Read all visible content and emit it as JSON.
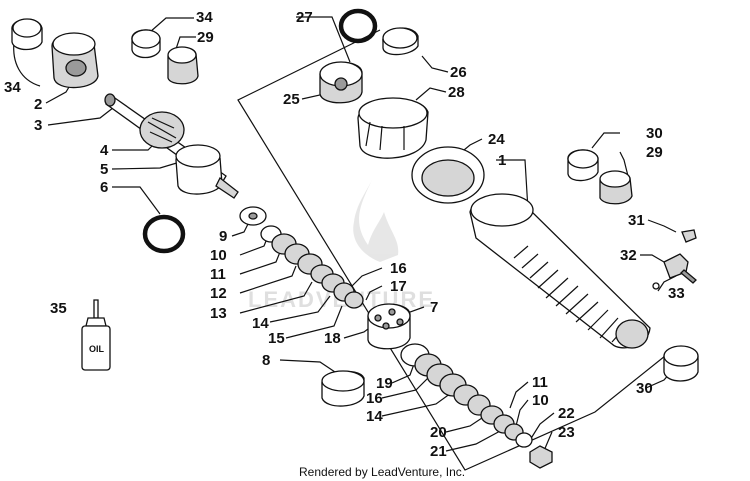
{
  "credit": "Rendered by LeadVenture, Inc.",
  "watermark": "LEADVENTURE",
  "bottle_label": "OIL",
  "callouts": {
    "c27": "27",
    "c34a": "34",
    "c29a": "29",
    "c34b": "34",
    "c2": "2",
    "c3": "3",
    "c26": "26",
    "c25": "25",
    "c28": "28",
    "c24": "24",
    "c1": "1",
    "c4": "4",
    "c5": "5",
    "c6": "6",
    "c30a": "30",
    "c29b": "29",
    "c31": "31",
    "c32": "32",
    "c33": "33",
    "c9": "9",
    "c10a": "10",
    "c11a": "11",
    "c12": "12",
    "c13": "13",
    "c16a": "16",
    "c17": "17",
    "c7": "7",
    "c14a": "14",
    "c15": "15",
    "c18": "18",
    "c35": "35",
    "c8": "8",
    "c19": "19",
    "c16b": "16",
    "c14b": "14",
    "c11b": "11",
    "c10b": "10",
    "c22": "22",
    "c20": "20",
    "c23": "23",
    "c21": "21",
    "c30b": "30"
  },
  "colors": {
    "line": "#111111",
    "part_fill": "#d6d6d6",
    "part_dark": "#9a9a9a",
    "watermark": "#dcdcdc"
  }
}
